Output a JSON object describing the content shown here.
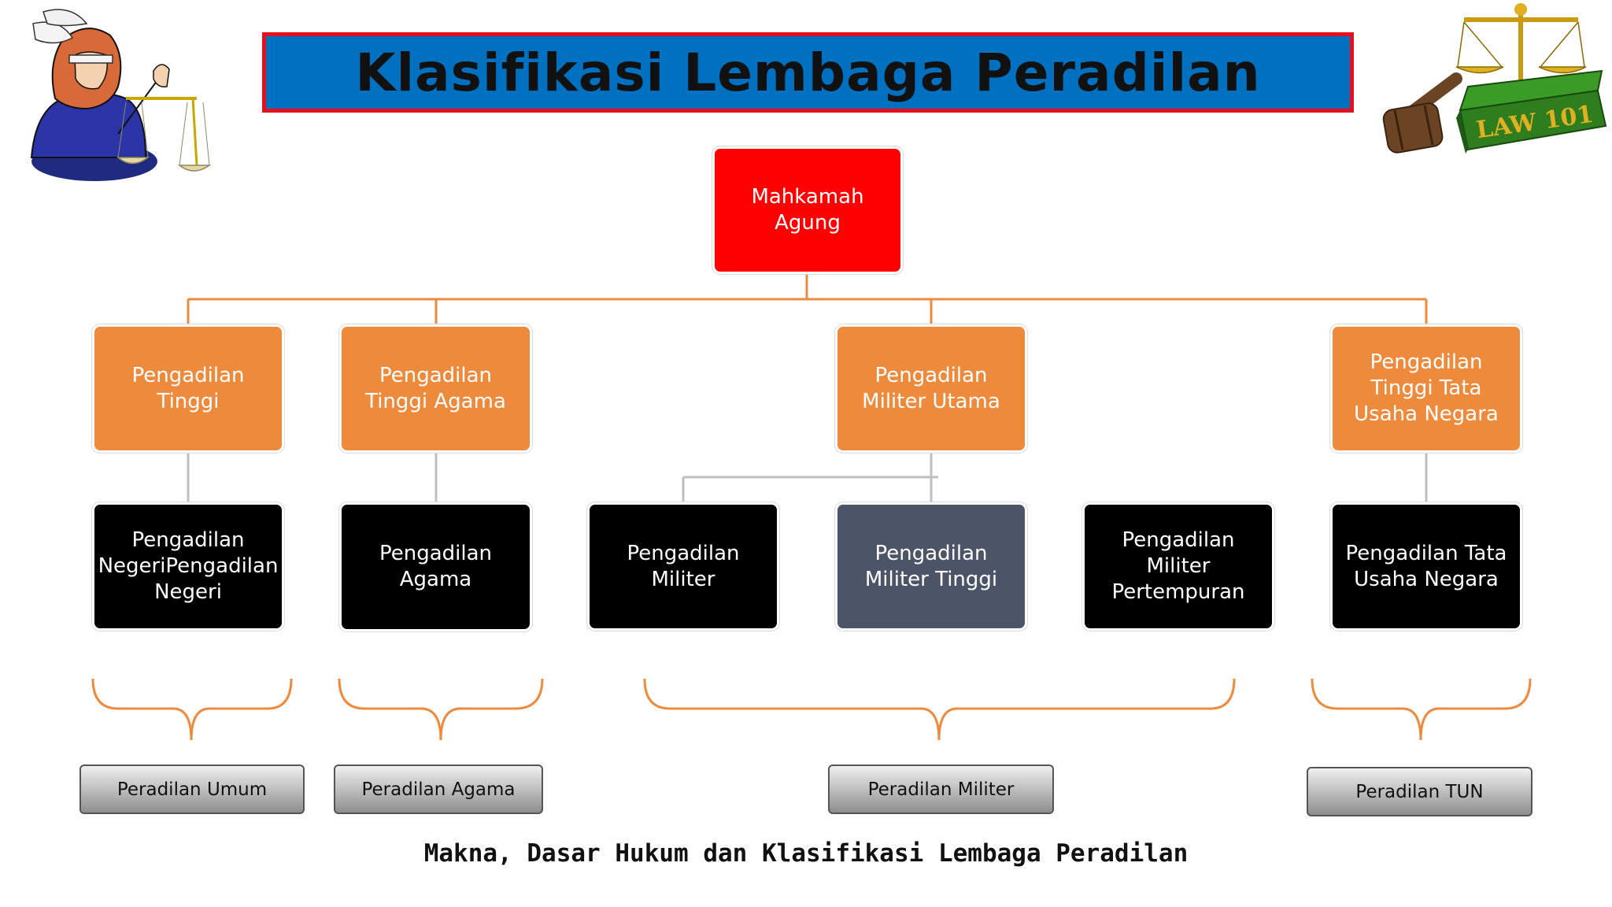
{
  "title": "Klasifikasi Lembaga Peradilan",
  "footer": "Makna, Dasar Hukum dan Klasifikasi Lembaga Peradilan",
  "logo_text": "LAW 101",
  "colors": {
    "title_bg": "#0070C0",
    "title_border": "#E8101C",
    "top_node": "#FF0000",
    "level2_node": "#ED8A3B",
    "level3_node": "#000000",
    "highlight_node": "#4B5567",
    "connector": "#ED8A3B",
    "brace": "#ED8A3B"
  },
  "diagram": {
    "root": "Mahkamah Agung",
    "level2": [
      "Pengadilan Tinggi",
      "Pengadilan Tinggi Agama",
      "Pengadilan Militer Utama",
      "Pengadilan Tinggi Tata Usaha Negara"
    ],
    "level3": [
      "Pengadilan NegeriPengadilan Negeri",
      "Pengadilan Agama",
      "Pengadilan Militer",
      "Pengadilan Militer Tinggi",
      "Pengadilan Militer Pertempuran",
      "Pengadilan Tata Usaha Negara"
    ],
    "groups": [
      "Peradilan Umum",
      "Peradilan Agama",
      "Peradilan Militer",
      "Peradilan TUN"
    ]
  }
}
